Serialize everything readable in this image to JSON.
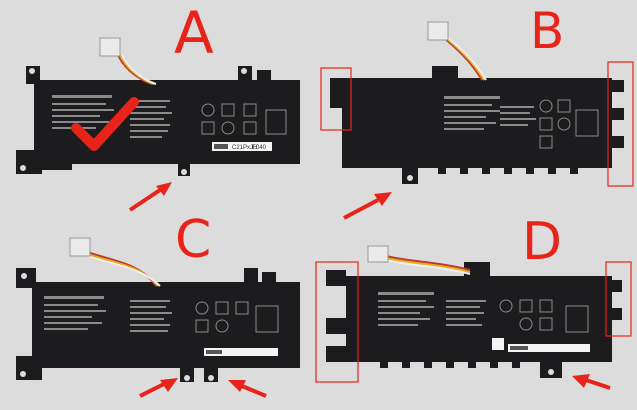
{
  "panels": [
    {
      "id": "A",
      "letter": "A",
      "cells": [
        "C21PxJH",
        "E040"
      ]
    },
    {
      "id": "B",
      "letter": "B"
    },
    {
      "id": "C",
      "letter": "C"
    },
    {
      "id": "D",
      "letter": "D"
    }
  ],
  "colors": {
    "background": "#dcdcdc",
    "battery": "#1c1c1e",
    "marker": "#e8231a",
    "wire_red": "#c0392b",
    "wire_yellow": "#e0b020",
    "wire_white": "#eeeeee",
    "label_gray": "#8a8a8a"
  },
  "icons": [
    "checkmark-icon",
    "arrow-icon",
    "connector-icon",
    "recycle-icon",
    "crossed-bin-icon"
  ]
}
